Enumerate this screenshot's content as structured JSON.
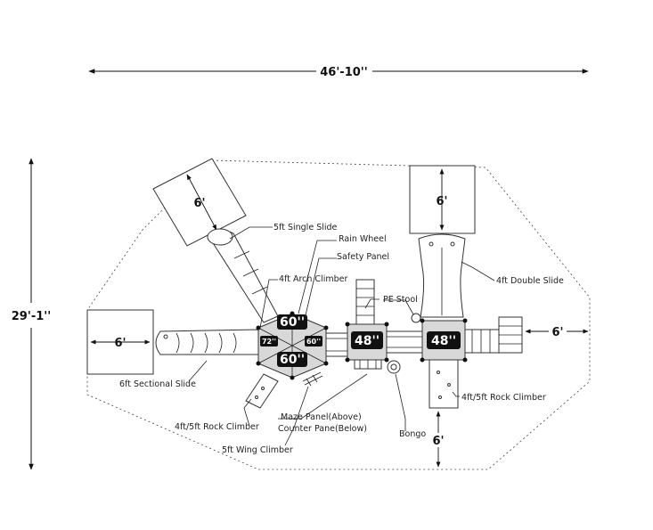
{
  "dimensions": {
    "overall_width": "46'-10''",
    "overall_depth": "29'-1''",
    "clearance_single_slide": "6'",
    "clearance_double_slide": "6'",
    "clearance_sectional_slide": "6'",
    "clearance_right": "6'",
    "clearance_bottom": "6'"
  },
  "platforms": {
    "hex_top": "60''",
    "hex_bottom": "60''",
    "hex_left": "72''",
    "hex_right": "60''",
    "square_1": "48''",
    "square_2": "48''"
  },
  "labels": {
    "single_slide": "5ft Single Slide",
    "rain_wheel": "Rain Wheel",
    "safety_panel": "Safety Panel",
    "arch_climber": "4ft Arch Climber",
    "pe_stool": "PE Stool",
    "double_slide": "4ft Double Slide",
    "sectional_slide": "6ft Sectional Slide",
    "rock_climber_right": "4ft/5ft Rock Climber",
    "rock_climber_left": "4ft/5ft Rock Climber",
    "maze_panel": "Maze Panel(Above)",
    "counter_panel": "Counter Pane(Below)",
    "bongo": "Bongo",
    "wing_climber": "5ft Wing Climber"
  }
}
